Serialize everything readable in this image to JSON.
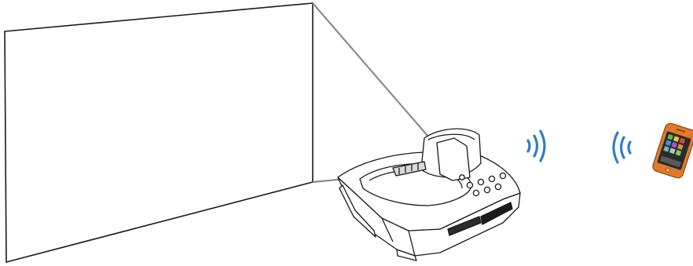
{
  "scene": {
    "elements": [
      "projection-screen",
      "projector",
      "wifi-signal-outgoing",
      "wifi-signal-incoming",
      "smartphone"
    ]
  },
  "colors": {
    "background": "#ffffff",
    "outline": "#1a1a1a",
    "beam": "#8c8c8c",
    "signal_blue": "#2f7fc0",
    "phone_orange": "#e07a2a",
    "phone_screen": "#2a2a2a"
  },
  "icons": {
    "signal_left": "wifi-signal-icon",
    "signal_right": "wifi-signal-icon",
    "phone": "smartphone-icon"
  }
}
